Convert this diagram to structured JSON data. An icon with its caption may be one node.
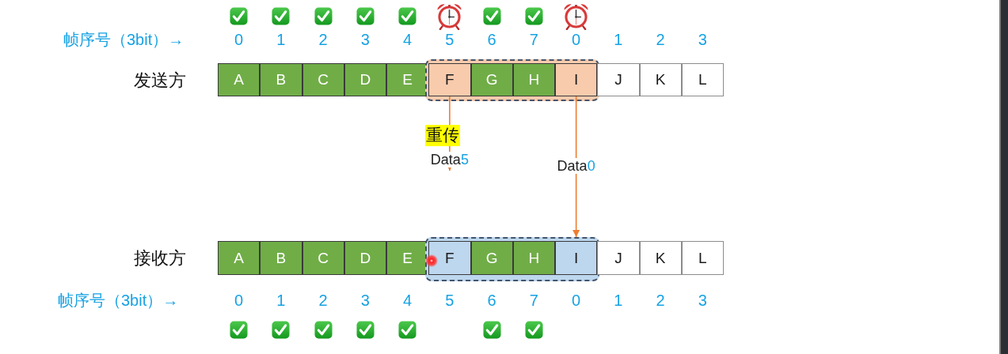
{
  "diagram": {
    "nodes": [
      {
        "text": [
          "A"
        ],
        "beside": [
          "0"
        ]
      },
      {
        "text": [
          "B"
        ],
        "beside": [
          "1"
        ]
      },
      {
        "text": [
          "C"
        ],
        "beside": [
          "2"
        ]
      },
      {
        "text": [
          "D"
        ],
        "beside": [
          "3"
        ]
      },
      {
        "text": [
          "E"
        ],
        "beside": [
          "4"
        ]
      },
      {
        "text": [],
        "shape": "box"
      },
      {
        "text": [
          "F"
        ],
        "in": 5,
        "beside": [
          "5"
        ]
      },
      {
        "text": [
          "G"
        ],
        "in": 5,
        "beside": [
          "6"
        ]
      },
      {
        "text": [
          "H"
        ],
        "in": 5,
        "beside": [
          "7"
        ]
      },
      {
        "text": [
          "I"
        ],
        "in": 5,
        "beside": [
          "0"
        ]
      },
      {
        "text": [
          "J"
        ],
        "beside": [
          "1"
        ]
      },
      {
        "text": [
          "K"
        ],
        "beside": [
          "2"
        ]
      },
      {
        "text": [
          "L"
        ],
        "beside": [
          "3"
        ]
      },
      {
        "text": [
          "A"
        ],
        "beside": [
          "0"
        ]
      },
      {
        "text": [
          "B"
        ],
        "beside": [
          "1"
        ]
      },
      {
        "text": [
          "C"
        ],
        "beside": [
          "2"
        ]
      },
      {
        "text": [
          "D"
        ],
        "beside": [
          "3"
        ]
      },
      {
        "text": [
          "E"
        ],
        "beside": [
          "4"
        ]
      },
      {
        "text": [],
        "shape": "box"
      },
      {
        "text": [
          "F"
        ],
        "in": 18,
        "beside": [
          "5"
        ]
      },
      {
        "text": [
          "G"
        ],
        "in": 18,
        "beside": [
          "6"
        ]
      },
      {
        "text": [
          "H"
        ],
        "in": 18,
        "beside": [
          "7"
        ]
      },
      {
        "text": [
          "I"
        ],
        "in": 18,
        "beside": [
          "0"
        ]
      },
      {
        "text": [
          "J"
        ],
        "beside": [
          "1"
        ]
      },
      {
        "text": [
          "K"
        ],
        "beside": [
          "2"
        ]
      },
      {
        "text": [
          "L"
        ],
        "beside": [
          "3"
        ]
      }
    ],
    "edges": [
      {
        "from": 6,
        "to": null,
        "arrow": "to",
        "label": "Data5"
      },
      {
        "from": 9,
        "to": 18,
        "arrow": "to",
        "label": "Data0"
      }
    ],
    "labels": [
      "帧序号（3bit）→",
      "发送方",
      "重传",
      "接收方",
      "帧序号（3bit）→"
    ]
  }
}
